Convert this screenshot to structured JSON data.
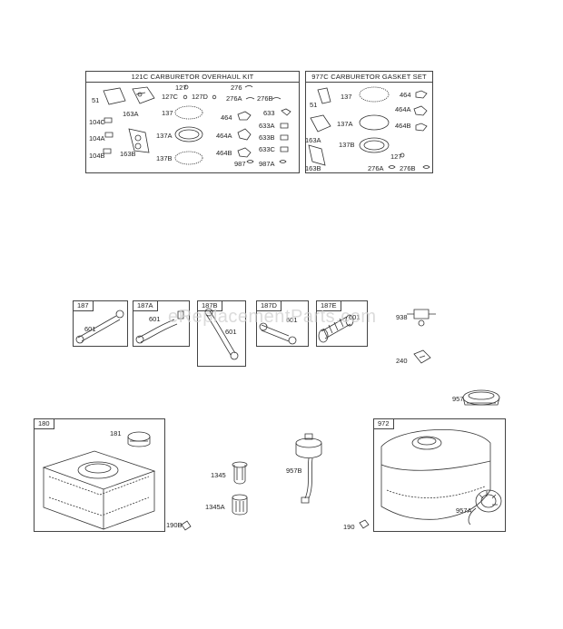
{
  "kits": {
    "overhaul_title": "121C CARBURETOR OVERHAUL KIT",
    "gasket_title": "977C CARBURETOR GASKET SET"
  },
  "overhaul_parts": [
    "51",
    "163A",
    "104C",
    "104A",
    "104B",
    "163B",
    "127",
    "127C",
    "127D",
    "137",
    "137A",
    "137B",
    "276",
    "276A",
    "276B",
    "464",
    "464A",
    "464B",
    "633",
    "633A",
    "633B",
    "633C",
    "987",
    "987A"
  ],
  "gasket_parts": [
    "51",
    "163A",
    "163B",
    "137",
    "137A",
    "137B",
    "464",
    "464A",
    "464B",
    "127",
    "276A",
    "276B"
  ],
  "line_boxes": [
    "187",
    "187A",
    "187B",
    "187D",
    "187E"
  ],
  "line_part": "601",
  "loose_parts": [
    "938",
    "240",
    "957",
    "1345",
    "1345A",
    "957B",
    "190B",
    "190",
    "957A"
  ],
  "tank_boxes": [
    "180",
    "972"
  ],
  "tank_parts": [
    "181"
  ],
  "watermark": "eReplacementParts.com"
}
